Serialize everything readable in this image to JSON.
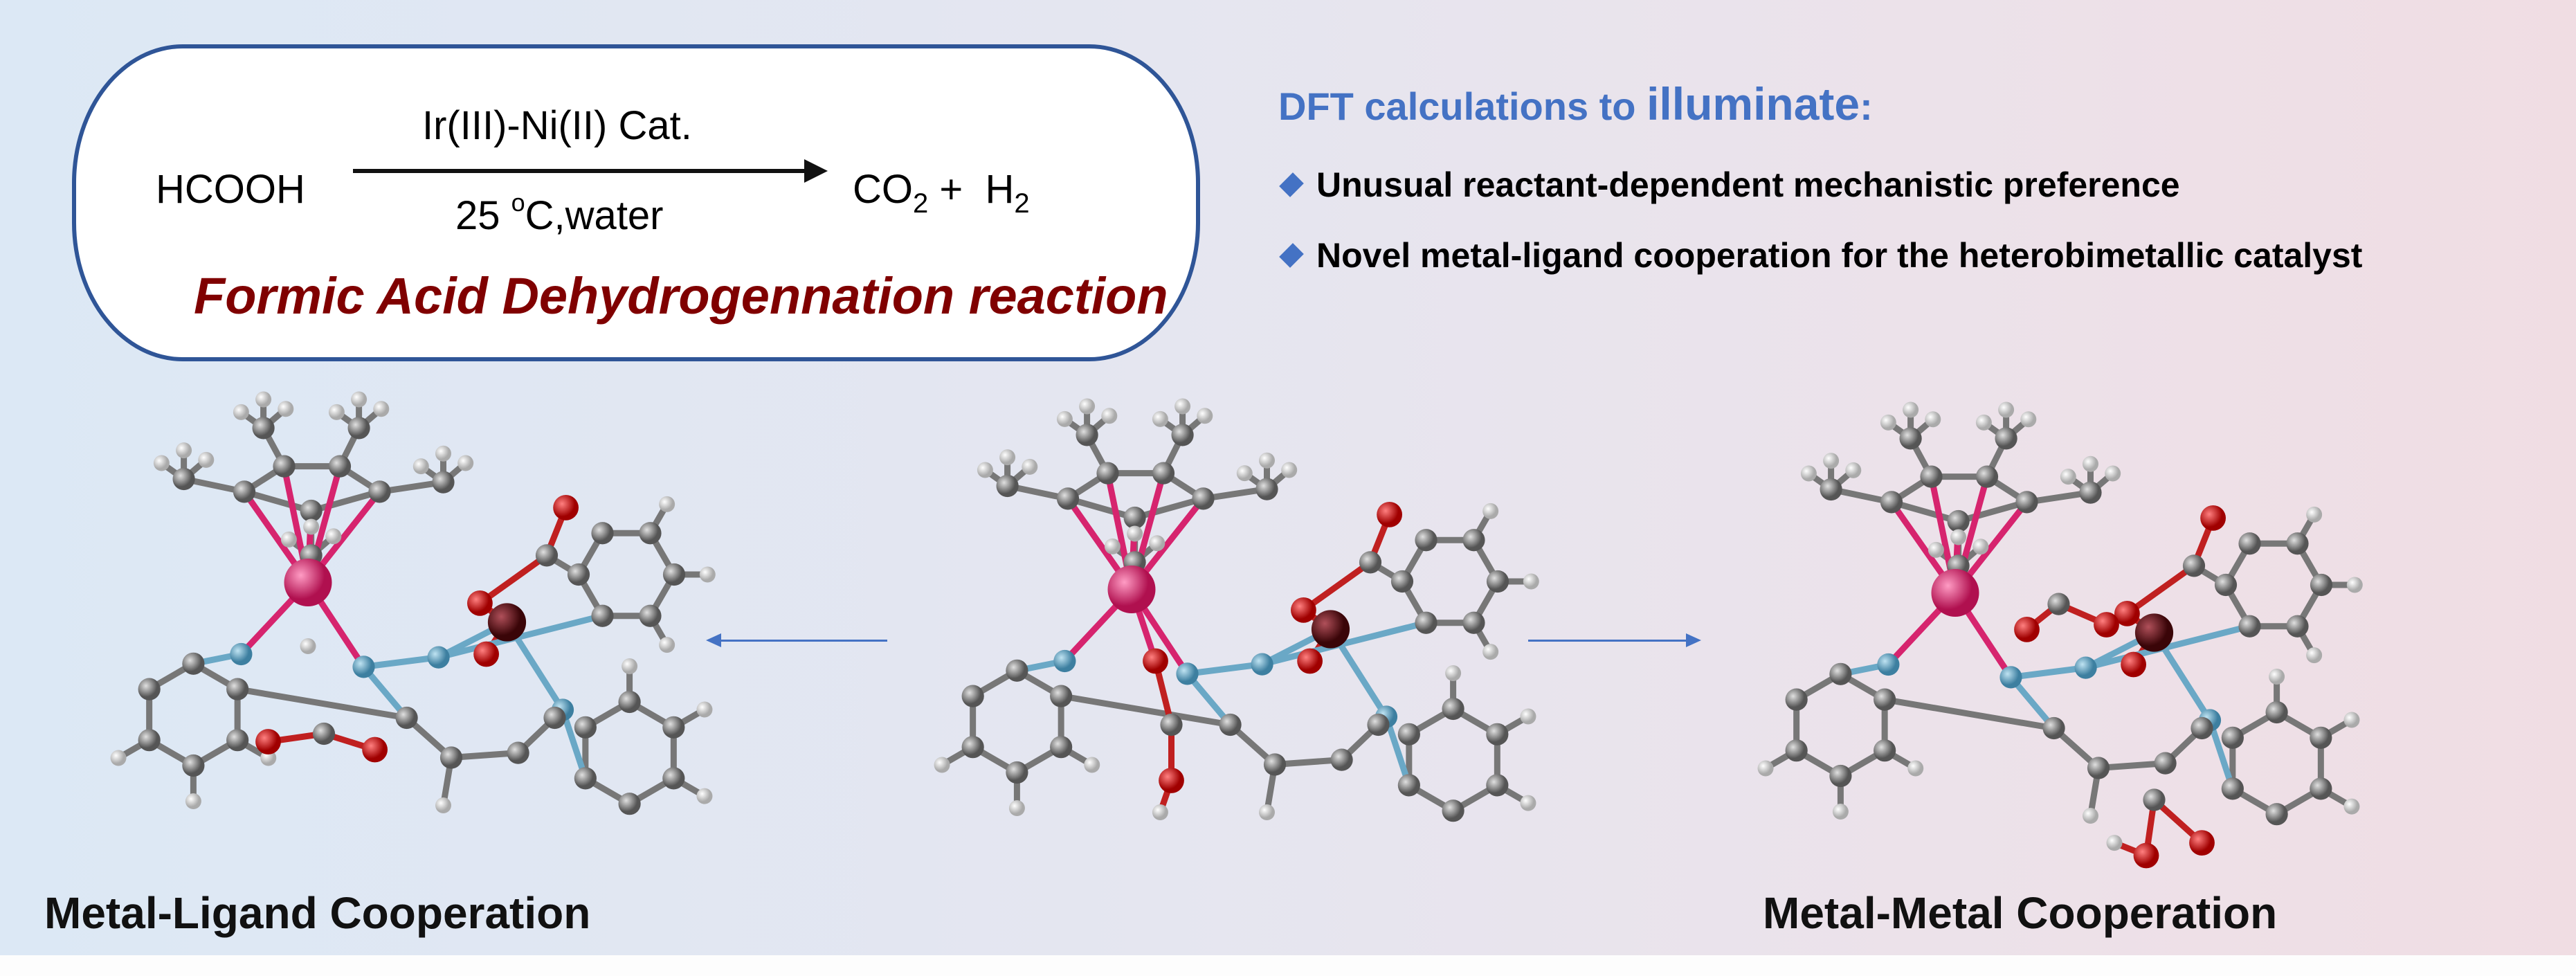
{
  "reaction": {
    "reactant": "HCOOH",
    "catalyst": "Ir(III)-Ni(II) Cat.",
    "conditions_temp": "25 ",
    "conditions_degree": "o",
    "conditions_rest": "C,water",
    "product1": "CO",
    "product1_sub": "2",
    "plus": "+",
    "product2": "H",
    "product2_sub": "2",
    "name": "Formic Acid Dehydrogennation reaction"
  },
  "dft": {
    "title_prefix": "DFT calculations to ",
    "title_emph": "illuminate",
    "title_colon": ":",
    "bullets": [
      "Unusual reactant-dependent mechanistic preference",
      "Novel metal-ligand cooperation for the heterobimetallic catalyst"
    ]
  },
  "labels": {
    "left": "Metal-Ligand Cooperation",
    "right": "Metal-Metal Cooperation"
  },
  "colors": {
    "accent": "#4472c4",
    "reaction_name": "#800000",
    "box_border": "#2f5597",
    "iridium": "#d6246e",
    "nickel": "#5a0c10",
    "nitrogen": "#5a9ec0",
    "oxygen": "#cc0000",
    "carbon": "#808080",
    "hydrogen": "#e6e6e6"
  }
}
